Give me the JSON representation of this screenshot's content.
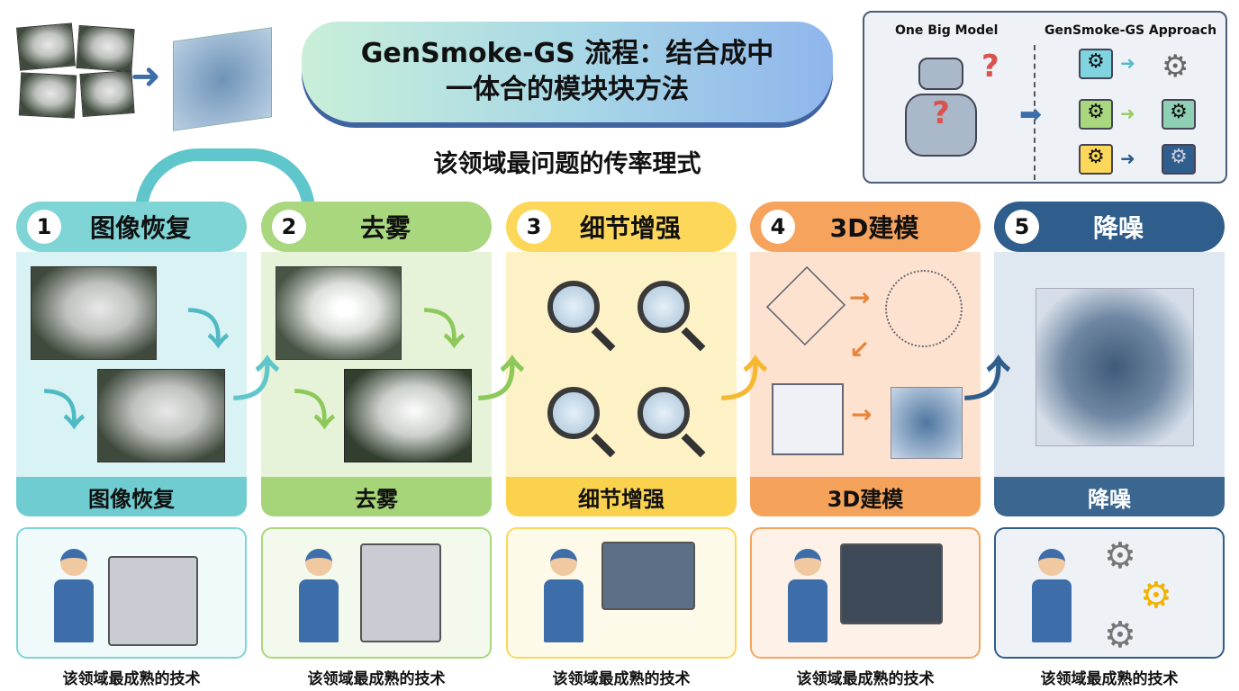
{
  "title": {
    "line1": "GenSmoke-GS 流程：结合成中",
    "line2": "一体合的模块块方法"
  },
  "subtitle": "该领域最问题的传率理式",
  "comparison": {
    "left_label": "One Big Model",
    "right_label": "GenSmoke-GS Approach"
  },
  "steps": [
    {
      "num": "1",
      "title": "图像恢复",
      "band": "图像恢复",
      "caption": "该领域最成熟的技术",
      "head": "#7fd4d6",
      "body": "#d9f2f3",
      "bandColor": "#6fcdd1",
      "cardBorder": "#7fd4d6"
    },
    {
      "num": "2",
      "title": "去雾",
      "band": "去雾",
      "caption": "该领域最成熟的技术",
      "head": "#a8d77e",
      "body": "#e7f3d8",
      "bandColor": "#a6d479",
      "cardBorder": "#a8d77e"
    },
    {
      "num": "3",
      "title": "细节增强",
      "band": "细节增强",
      "caption": "该领域最成熟的技术",
      "head": "#fcd75a",
      "body": "#fdf1c6",
      "bandColor": "#fbd24e",
      "cardBorder": "#fcd75a"
    },
    {
      "num": "4",
      "title": "3D建模",
      "band": "3D建模",
      "caption": "该领域最成熟的技术",
      "head": "#f6a35e",
      "body": "#fde3cf",
      "bandColor": "#f5a35b",
      "cardBorder": "#f6a35e"
    },
    {
      "num": "5",
      "title": "降噪",
      "band": "降噪",
      "caption": "该领域最成熟的技术",
      "head": "#2f5d8c",
      "body": "#dfe7f0",
      "bandColor": "#3a6690",
      "cardBorder": "#2f5d8c"
    }
  ]
}
